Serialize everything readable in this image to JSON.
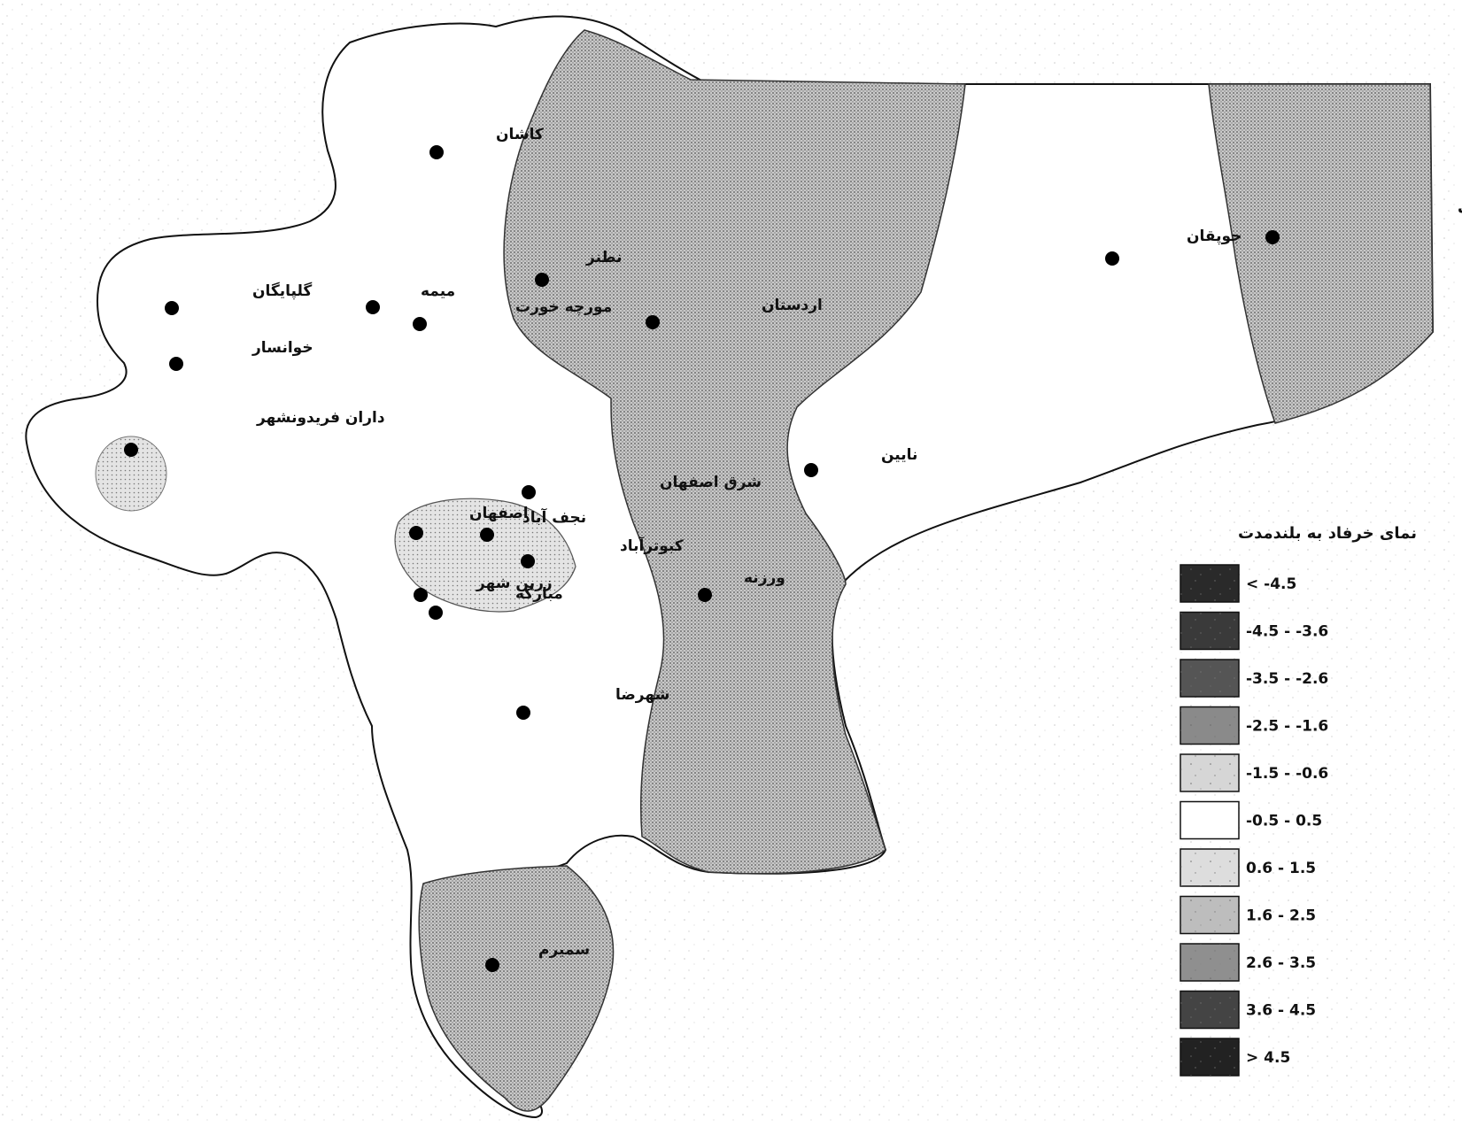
{
  "map": {
    "cities": [
      {
        "name": "کاشان"
      },
      {
        "name": "نطنز"
      },
      {
        "name": "میمه"
      },
      {
        "name": "مورچه خورت"
      },
      {
        "name": "اردستان"
      },
      {
        "name": "گلپایگان"
      },
      {
        "name": "خوانسار"
      },
      {
        "name": "داران فریدونشهر"
      },
      {
        "name": "شرق اصفهان"
      },
      {
        "name": "اصفهان"
      },
      {
        "name": "نجف آباد"
      },
      {
        "name": "کبوترآباد"
      },
      {
        "name": "زرین شهر"
      },
      {
        "name": "مبارکه"
      },
      {
        "name": "ورزنه"
      },
      {
        "name": "شهرضا"
      },
      {
        "name": "سمیرم"
      },
      {
        "name": "نایین"
      },
      {
        "name": "جوپقان"
      },
      {
        "name": "خور و بیابانک"
      }
    ],
    "legend": {
      "title": "نمای خرفاد به بلندمدت",
      "items": [
        {
          "label": "< -4.5",
          "fill": "#2a2a2a"
        },
        {
          "label": "-4.5 - -3.6",
          "fill": "#3a3a3a"
        },
        {
          "label": "-3.5 - -2.6",
          "fill": "#555555"
        },
        {
          "label": "-2.5 - -1.6",
          "fill": "#8a8a8a"
        },
        {
          "label": "-1.5 - -0.6",
          "fill": "#d6d6d6"
        },
        {
          "label": "-0.5 - 0.5",
          "fill": "#ffffff"
        },
        {
          "label": "0.6 - 1.5",
          "fill": "#dddddd"
        },
        {
          "label": "1.6 - 2.5",
          "fill": "#bdbdbd"
        },
        {
          "label": "2.6 - 3.5",
          "fill": "#8f8f8f"
        },
        {
          "label": "3.6 - 4.5",
          "fill": "#444444"
        },
        {
          "label": "> 4.5",
          "fill": "#222222"
        }
      ]
    },
    "colors": {
      "boundary": "#111111",
      "zone_medium": "#b9b9b9",
      "zone_light": "#d4d4d4",
      "city_dot": "#000000"
    }
  }
}
